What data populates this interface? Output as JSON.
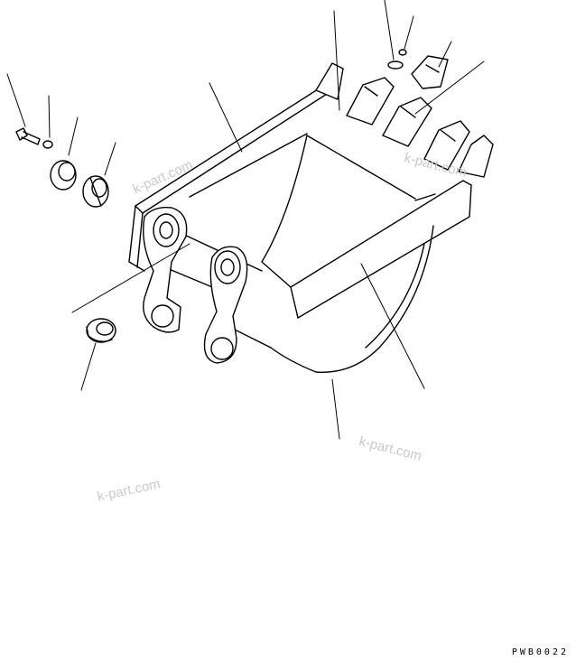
{
  "watermarks": [
    "k-part.com",
    "k-part.com",
    "k-part.com",
    "k-part.com"
  ],
  "drawing_code": "PWB0022",
  "parts": [
    "bolt",
    "washer",
    "shim-ring",
    "split-bushing",
    "bushing",
    "bucket-body",
    "bucket-bottom-plate",
    "side-cutter",
    "tooth-point",
    "pin",
    "lock"
  ]
}
